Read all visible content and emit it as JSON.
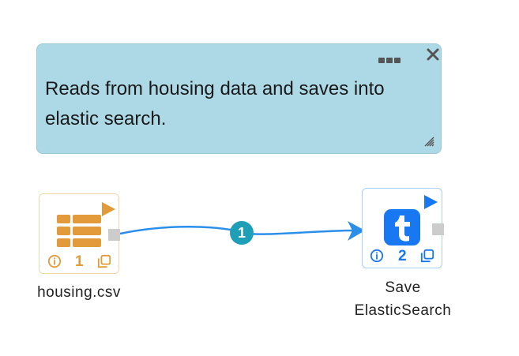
{
  "note": {
    "text": "Reads from housing data and saves into elastic search."
  },
  "nodes": [
    {
      "id": "csv",
      "label": "housing.csv",
      "count": "1",
      "accent": "#e39a3a"
    },
    {
      "id": "es",
      "label_line1": "Save",
      "label_line2": "ElasticSearch",
      "count": "2",
      "accent": "#1778f2"
    }
  ],
  "edge": {
    "label": "1",
    "color": "#2b8fea",
    "badge_color": "#1f9eb7"
  }
}
